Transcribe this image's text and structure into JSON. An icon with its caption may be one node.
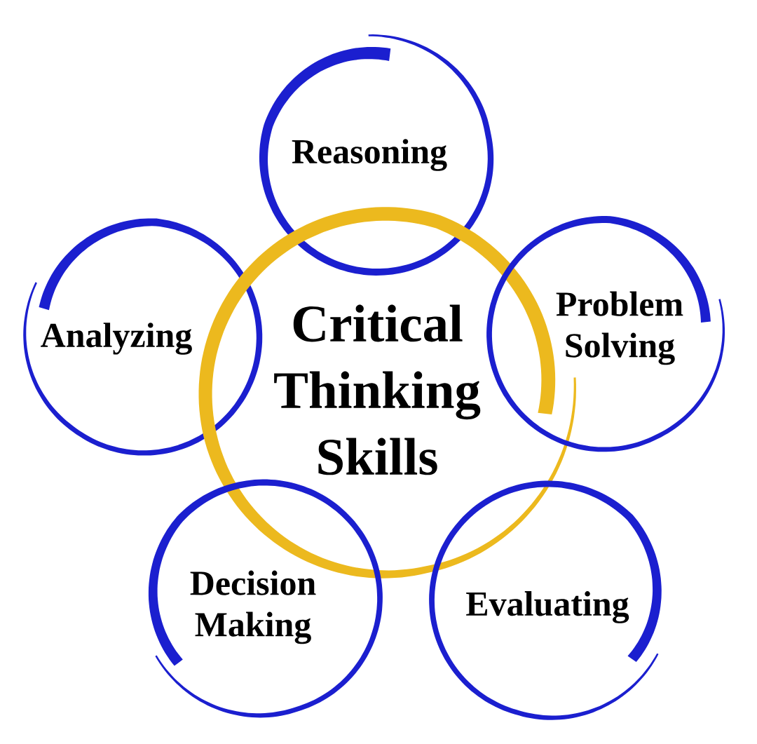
{
  "diagram": {
    "nodes": [
      {
        "text": [
          "Reasoning"
        ]
      },
      {
        "text": [
          "Analyzing"
        ]
      },
      {
        "text": [
          "Critical Thinking Skills"
        ]
      },
      {
        "text": [
          "Problem Solving"
        ]
      },
      {
        "text": [
          "Decision Making"
        ]
      },
      {
        "text": [
          "Evaluating"
        ]
      }
    ]
  }
}
